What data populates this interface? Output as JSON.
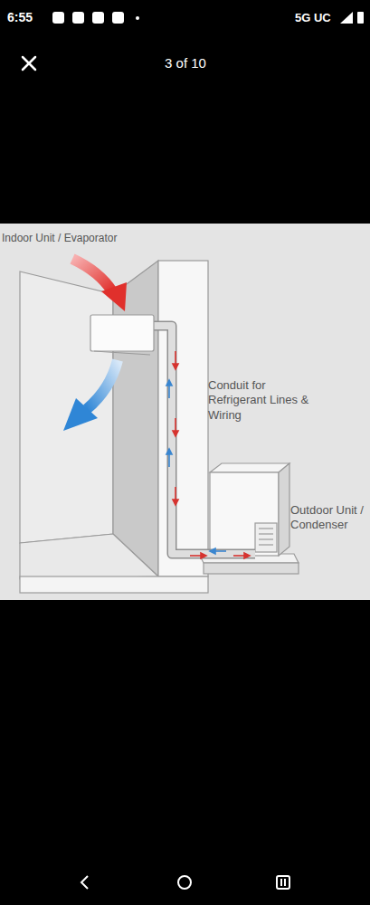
{
  "diagram": {
    "labels": [
      "6:55",
      "5G UC",
      "3 of 10",
      "Indoor Unit / Evaporator",
      "Conduit for Refrigerant Lines & Wiring",
      "Outdoor Unit / Condenser"
    ]
  }
}
